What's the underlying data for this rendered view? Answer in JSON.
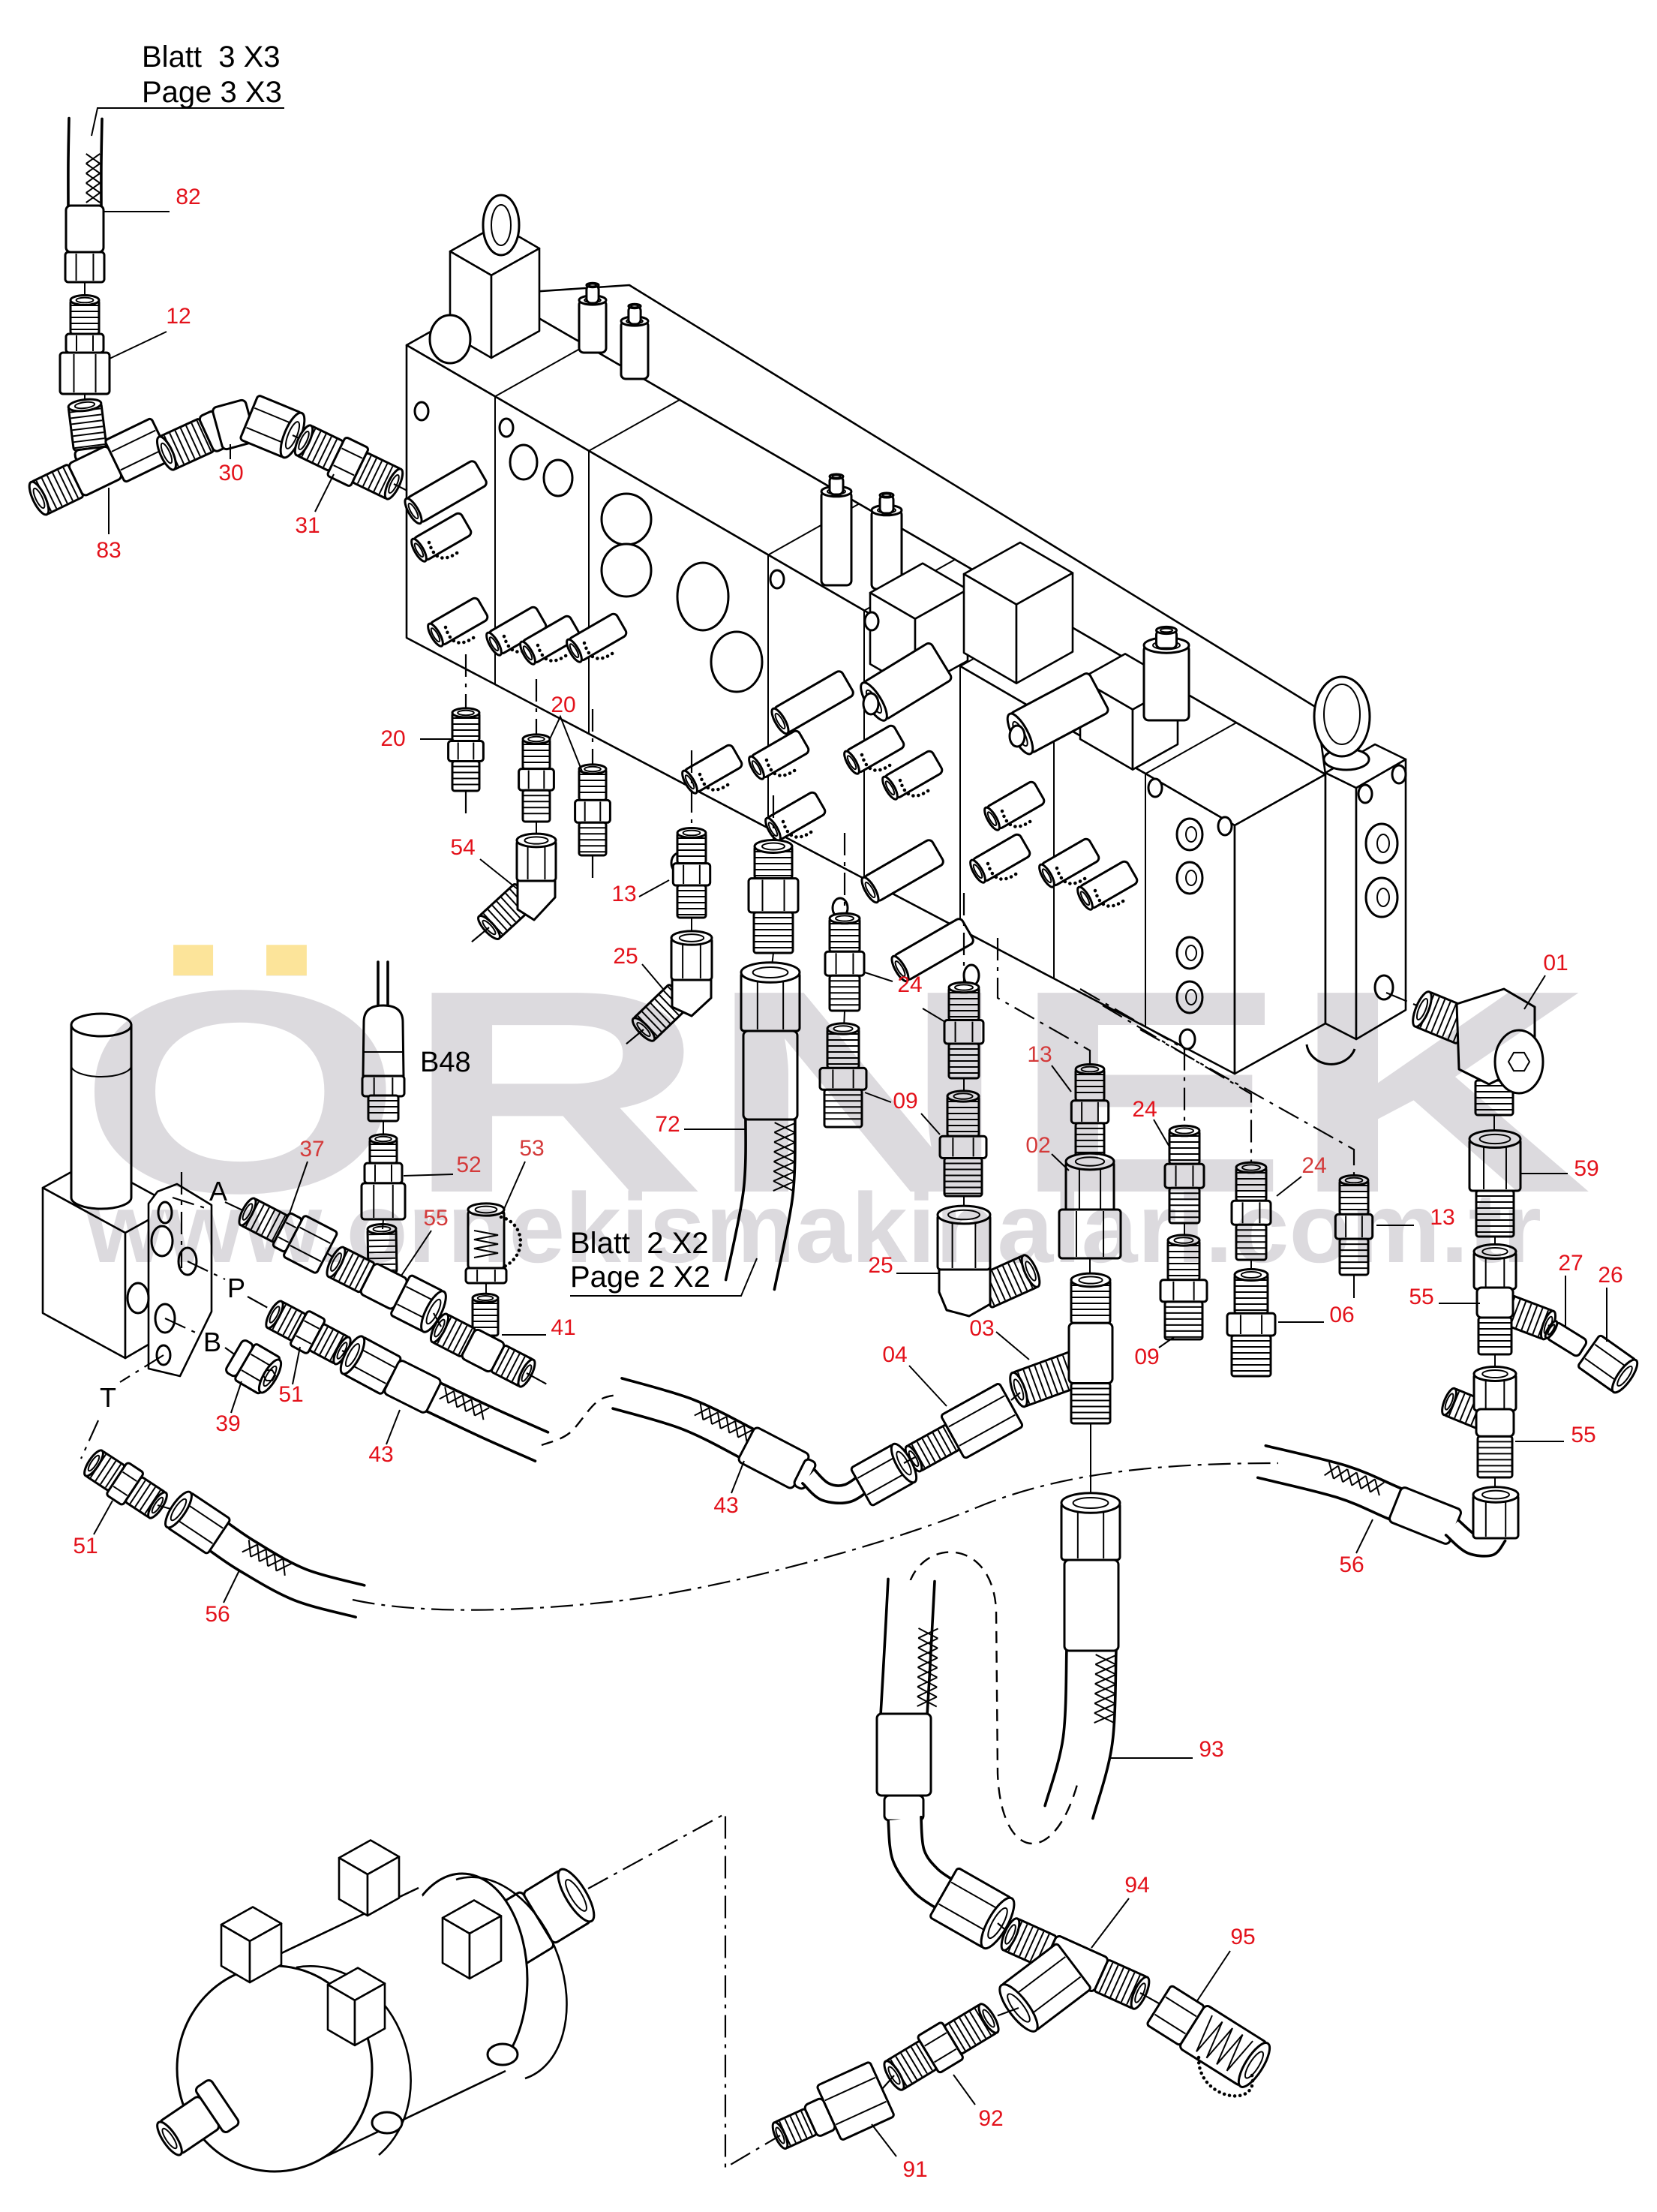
{
  "cross_references": [
    {
      "line1": "Blatt  3 X3",
      "line2": "Page 3 X3"
    },
    {
      "line1": "Blatt  2 X2",
      "line2": "Page 2 X2"
    }
  ],
  "component_tags": {
    "pressure_sensor": "B48"
  },
  "port_labels": {
    "a": "A",
    "p": "P",
    "b": "B",
    "t": "T"
  },
  "callouts": [
    "82",
    "12",
    "30",
    "31",
    "83",
    "20",
    "20",
    "54",
    "13",
    "25",
    "72",
    "24",
    "09",
    "13",
    "02",
    "24",
    "24",
    "13",
    "01",
    "59",
    "27",
    "26",
    "55",
    "55",
    "56",
    "06",
    "09",
    "03",
    "25",
    "04",
    "43",
    "43",
    "51",
    "39",
    "37",
    "52",
    "53",
    "55",
    "41",
    "51",
    "56",
    "93",
    "94",
    "95",
    "92",
    "91"
  ],
  "watermark": {
    "brand": "ÖRNEK",
    "url": "www.ornekismakinalari.com.tr"
  },
  "colors": {
    "callout_text": "#E3121B",
    "callout_text_alt": "#D43A3A",
    "line_art": "#000000",
    "watermark_text": "#DCDADE",
    "watermark_accent": "#FCE49A",
    "background": "#FFFFFF"
  }
}
